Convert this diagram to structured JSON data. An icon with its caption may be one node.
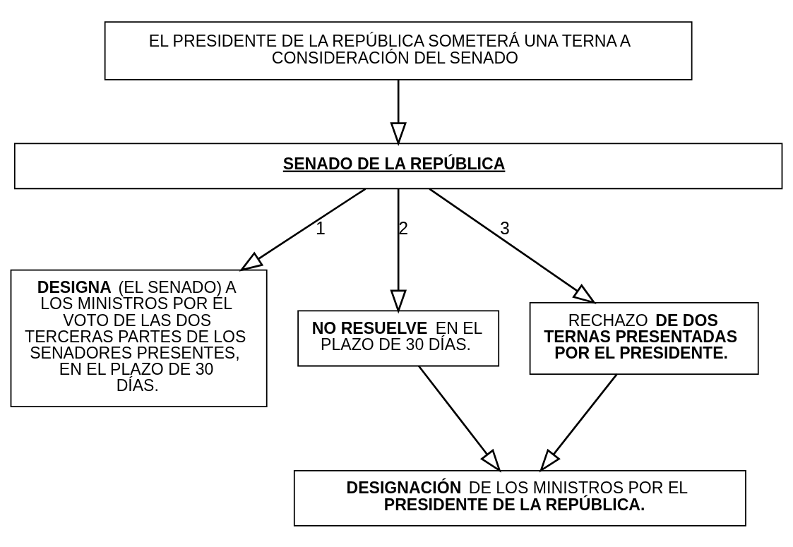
{
  "diagram": {
    "nodes": [
      {
        "text": [
          "EL PRESIDENTE DE LA REPÚBLICA SOMETERÁ UNA TERNA A CONSIDERACIÓN DEL SENADO"
        ]
      },
      {
        "text": [
          "SENADO DE LA REPÚBLICA"
        ]
      },
      {
        "text": [
          "**DESIGNA** (EL SENADO) A LOS MINISTROS POR EL VOTO DE LAS DOS TERCERAS PARTES DE LOS SENADORES PRESENTES, EN EL PLAZO DE 30 DÍAS."
        ]
      },
      {
        "text": [
          "**NO RESUELVE** EN EL PLAZO DE 30 DÍAS."
        ]
      },
      {
        "text": [
          "RECHAZO **DE DOS TERNAS PRESENTADAS POR EL PRESIDENTE.**"
        ]
      },
      {
        "text": [
          "**DESIGNACIÓN** DE LOS MINISTROS POR EL **PRESIDENTE DE LA REPÚBLICA.**"
        ]
      }
    ],
    "edges": [
      {
        "from": 0,
        "to": 1,
        "arrow": "to"
      },
      {
        "from": 1,
        "to": 2,
        "arrow": "to",
        "label": "1"
      },
      {
        "from": 1,
        "to": 3,
        "arrow": "to",
        "label": "2"
      },
      {
        "from": 1,
        "to": 4,
        "arrow": "to",
        "label": "3"
      },
      {
        "from": 3,
        "to": 5,
        "arrow": "to"
      },
      {
        "from": 4,
        "to": 5,
        "arrow": "to"
      }
    ]
  }
}
